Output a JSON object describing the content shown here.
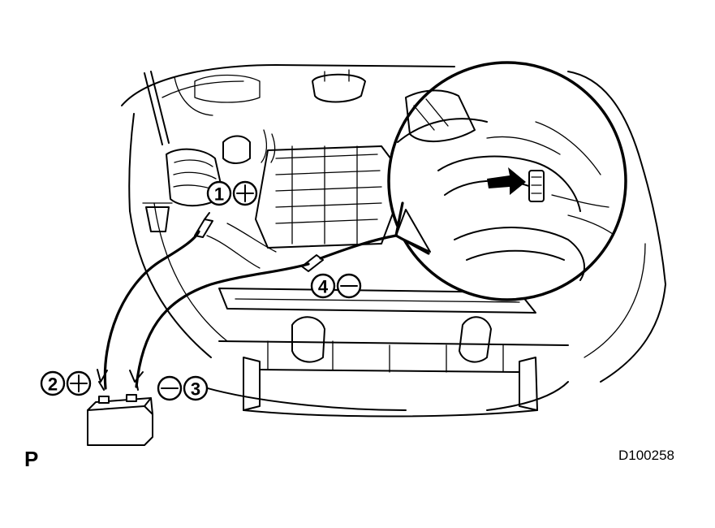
{
  "section_letter": "P",
  "figure_code": "D100258",
  "steps": [
    {
      "number": "1",
      "polarity": "positive",
      "polarity_icon": "plus-in-circle-icon"
    },
    {
      "number": "2",
      "polarity": "positive",
      "polarity_icon": "plus-in-circle-icon"
    },
    {
      "number": "3",
      "polarity": "negative",
      "polarity_icon": "minus-in-circle-icon"
    },
    {
      "number": "4",
      "polarity": "negative",
      "polarity_icon": "minus-in-circle-icon"
    }
  ],
  "colors": {
    "ink": "#000000",
    "paper": "#ffffff"
  }
}
